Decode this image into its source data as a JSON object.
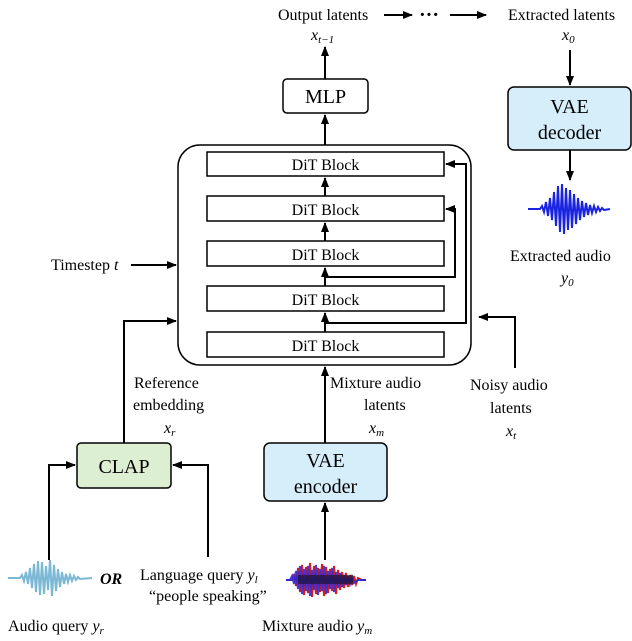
{
  "labels": {
    "output_latents": "Output latents",
    "x_prev": "x",
    "x_prev_sub": "t−1",
    "extracted_latents": "Extracted latents",
    "x0": "x",
    "x0_sub": "0",
    "ellipsis": "···",
    "mlp": "MLP",
    "vae_decoder_line1": "VAE",
    "vae_decoder_line2": "decoder",
    "extracted_audio": "Extracted audio",
    "y0": "y",
    "y0_sub": "0",
    "dit_block": "DiT Block",
    "timestep": "Timestep",
    "timestep_var": "t",
    "reference_line1": "Reference",
    "reference_line2": "embedding",
    "xr": "x",
    "xr_sub": "r",
    "mixture_latents_line1": "Mixture audio",
    "mixture_latents_line2": "latents",
    "xm": "x",
    "xm_sub": "m",
    "noisy_line1": "Noisy audio",
    "noisy_line2": "latents",
    "xt": "x",
    "xt_sub": "t",
    "clap": "CLAP",
    "vae_encoder_line1": "VAE",
    "vae_encoder_line2": "encoder",
    "or": "OR",
    "language_query": "Language query",
    "yl": "y",
    "yl_sub": "l",
    "people_speaking": "“people speaking”",
    "audio_query": "Audio query",
    "yr": "y",
    "yr_sub": "r",
    "mixture_audio": "Mixture audio",
    "ym": "y",
    "ym_sub": "m"
  },
  "dit_blocks": [
    "DiT Block",
    "DiT Block",
    "DiT Block",
    "DiT Block",
    "DiT Block"
  ],
  "colors": {
    "vae_fill": "#d6eefa",
    "clap_fill": "#dcefd2",
    "decoder_wave": "#1a24e0",
    "query_wave": "#7ab8d4",
    "mix_wave_red": "#e01818",
    "mix_wave_blue": "#1a24e0"
  }
}
